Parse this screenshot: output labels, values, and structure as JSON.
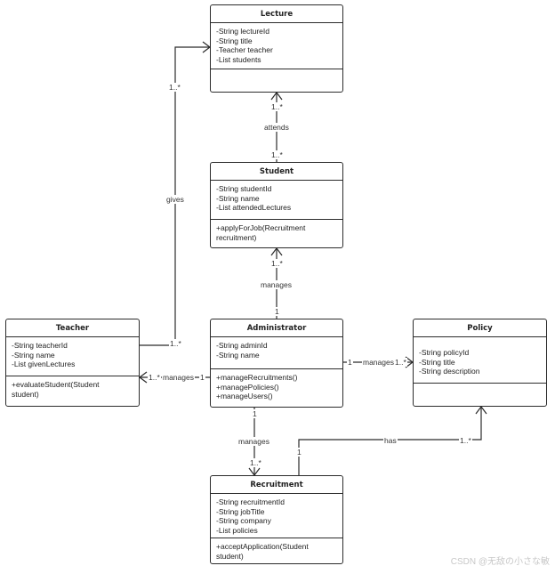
{
  "classes": {
    "lecture": {
      "name": "Lecture",
      "attributes": [
        "-String lectureId",
        "-String title",
        "-Teacher teacher",
        "-List students"
      ],
      "methods": []
    },
    "student": {
      "name": "Student",
      "attributes": [
        "-String studentId",
        "-String name",
        "-List attendedLectures"
      ],
      "methods": [
        "+applyForJob(Recruitment",
        "recruitment)"
      ]
    },
    "teacher": {
      "name": "Teacher",
      "attributes": [
        "-String teacherId",
        "-String name",
        "-List givenLectures"
      ],
      "methods": [
        "+evaluateStudent(Student",
        "student)"
      ]
    },
    "administrator": {
      "name": "Administrator",
      "attributes": [
        "-String adminId",
        "-String name"
      ],
      "methods": [
        "+manageRecruitments()",
        "+managePolicies()",
        "+manageUsers()"
      ]
    },
    "policy": {
      "name": "Policy",
      "attributes": [
        "-String policyId",
        "-String title",
        "-String description"
      ],
      "methods": []
    },
    "recruitment": {
      "name": "Recruitment",
      "attributes": [
        "-String recruitmentId",
        "-String jobTitle",
        "-String company",
        "-List policies"
      ],
      "methods": [
        "+acceptApplication(Student",
        "student)"
      ]
    }
  },
  "relations": {
    "attends": {
      "label": "attends",
      "source_mult": "1..*",
      "target_mult": "1..*"
    },
    "gives": {
      "label": "gives",
      "source_mult": "1..*",
      "target_mult": "1..*"
    },
    "admin_student": {
      "label": "manages",
      "source_mult": "1",
      "target_mult": "1..*"
    },
    "admin_teacher": {
      "label": "manages",
      "source_mult": "1",
      "target_mult": "1..*"
    },
    "admin_policy": {
      "label": "manages",
      "source_mult": "1",
      "target_mult": "1..*"
    },
    "admin_recruitment": {
      "label": "manages",
      "source_mult": "1",
      "target_mult": "1..*"
    },
    "has": {
      "label": "has",
      "source_mult": "1",
      "target_mult": "1..*"
    }
  },
  "watermark": "CSDN @无敌の小さな敏",
  "colors": {
    "line": "#2b2b2b",
    "background": "#ffffff"
  }
}
